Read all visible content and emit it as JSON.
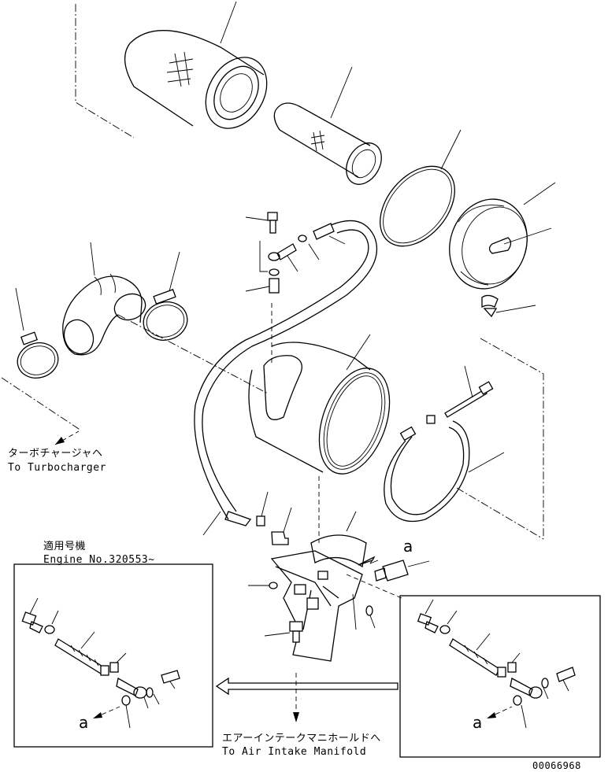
{
  "labels": {
    "turbo_jp": "ターボチャージャヘ",
    "turbo_en": "To Turbocharger",
    "applicable_jp": "適用号機",
    "engine_no": "Engine No.320553~",
    "intake_jp": "エアーインテークマニホールドへ",
    "intake_en": "To Air Intake Manifold",
    "ref_a_main": "a",
    "ref_a_left": "a",
    "ref_a_right": "a",
    "drawing_no": "00066968"
  }
}
